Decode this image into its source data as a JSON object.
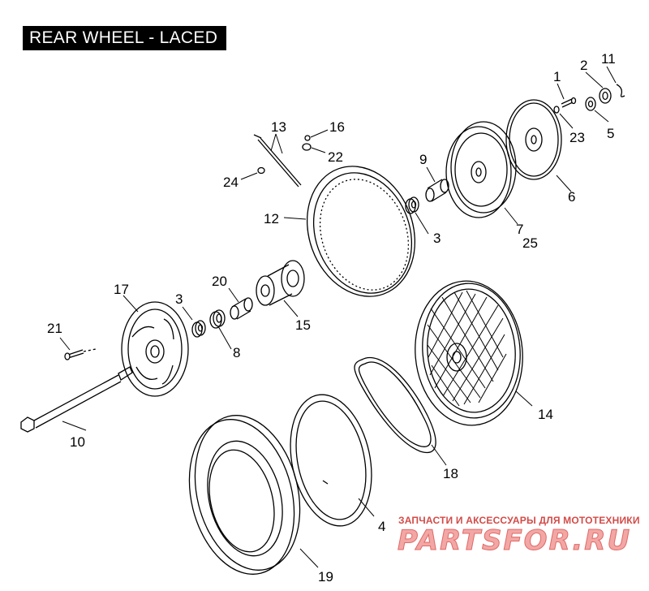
{
  "title": "REAR WHEEL - LACED",
  "callouts": {
    "c1": "1",
    "c2": "2",
    "c3a": "3",
    "c3b": "3",
    "c4": "4",
    "c5": "5",
    "c6": "6",
    "c7": "7",
    "c8": "8",
    "c9": "9",
    "c10": "10",
    "c11": "11",
    "c12": "12",
    "c13": "13",
    "c14": "14",
    "c15": "15",
    "c16": "16",
    "c17": "17",
    "c18": "18",
    "c19": "19",
    "c20": "20",
    "c21": "21",
    "c22": "22",
    "c23": "23",
    "c24": "24",
    "c25": "25"
  },
  "watermark": {
    "tagline": "ЗАПЧАСТИ И АКСЕССУАРЫ ДЛЯ МОТОТЕХНИКИ",
    "logo_text": "PARTSFOR.RU",
    "color": "#d24b48"
  }
}
